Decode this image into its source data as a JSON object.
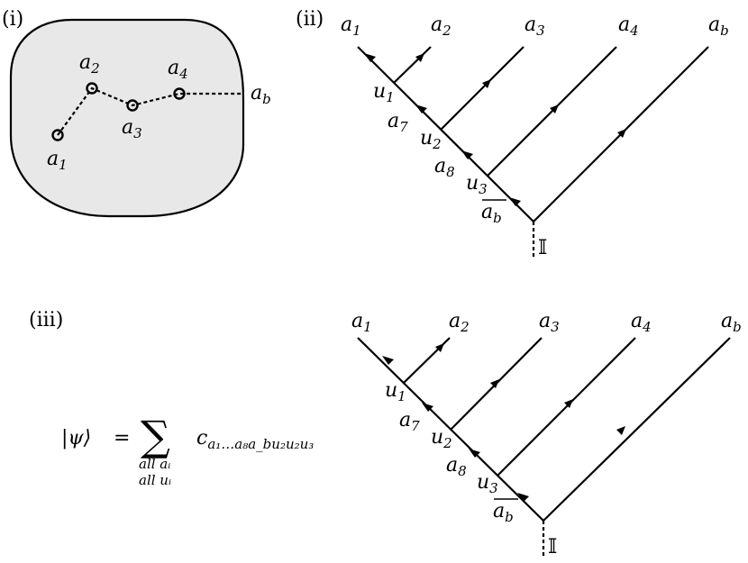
{
  "panels": {
    "i": "(i)",
    "ii": "(ii)",
    "iii": "(iii)"
  },
  "region": {
    "fill_color": "#e8e8e8",
    "points": [
      {
        "letter": "a",
        "index": "1"
      },
      {
        "letter": "a",
        "index": "2"
      },
      {
        "letter": "a",
        "index": "3"
      },
      {
        "letter": "a",
        "index": "4"
      }
    ],
    "boundary": {
      "letter": "a",
      "index": "b"
    }
  },
  "tree": {
    "top": [
      {
        "letter": "a",
        "index": "1"
      },
      {
        "letter": "a",
        "index": "2"
      },
      {
        "letter": "a",
        "index": "3"
      },
      {
        "letter": "a",
        "index": "4"
      },
      {
        "letter": "a",
        "index": "b"
      }
    ],
    "vertices": [
      {
        "letter": "u",
        "index": "1"
      },
      {
        "letter": "u",
        "index": "2"
      },
      {
        "letter": "u",
        "index": "3"
      }
    ],
    "internal": [
      {
        "letter": "a",
        "index": "7"
      },
      {
        "letter": "a",
        "index": "8"
      }
    ],
    "root_edge": {
      "letter": "a",
      "index": "b",
      "overline": true
    },
    "identity": "𝕀"
  },
  "equation": {
    "lhs": "|ψ⟩",
    "equals": "=",
    "sum": "∑",
    "coef": "c",
    "coef_sub": "a₁…a₈a_bu₂u₂u₃",
    "under_line1": "all  aᵢ",
    "under_line2": "all  uᵢ"
  }
}
